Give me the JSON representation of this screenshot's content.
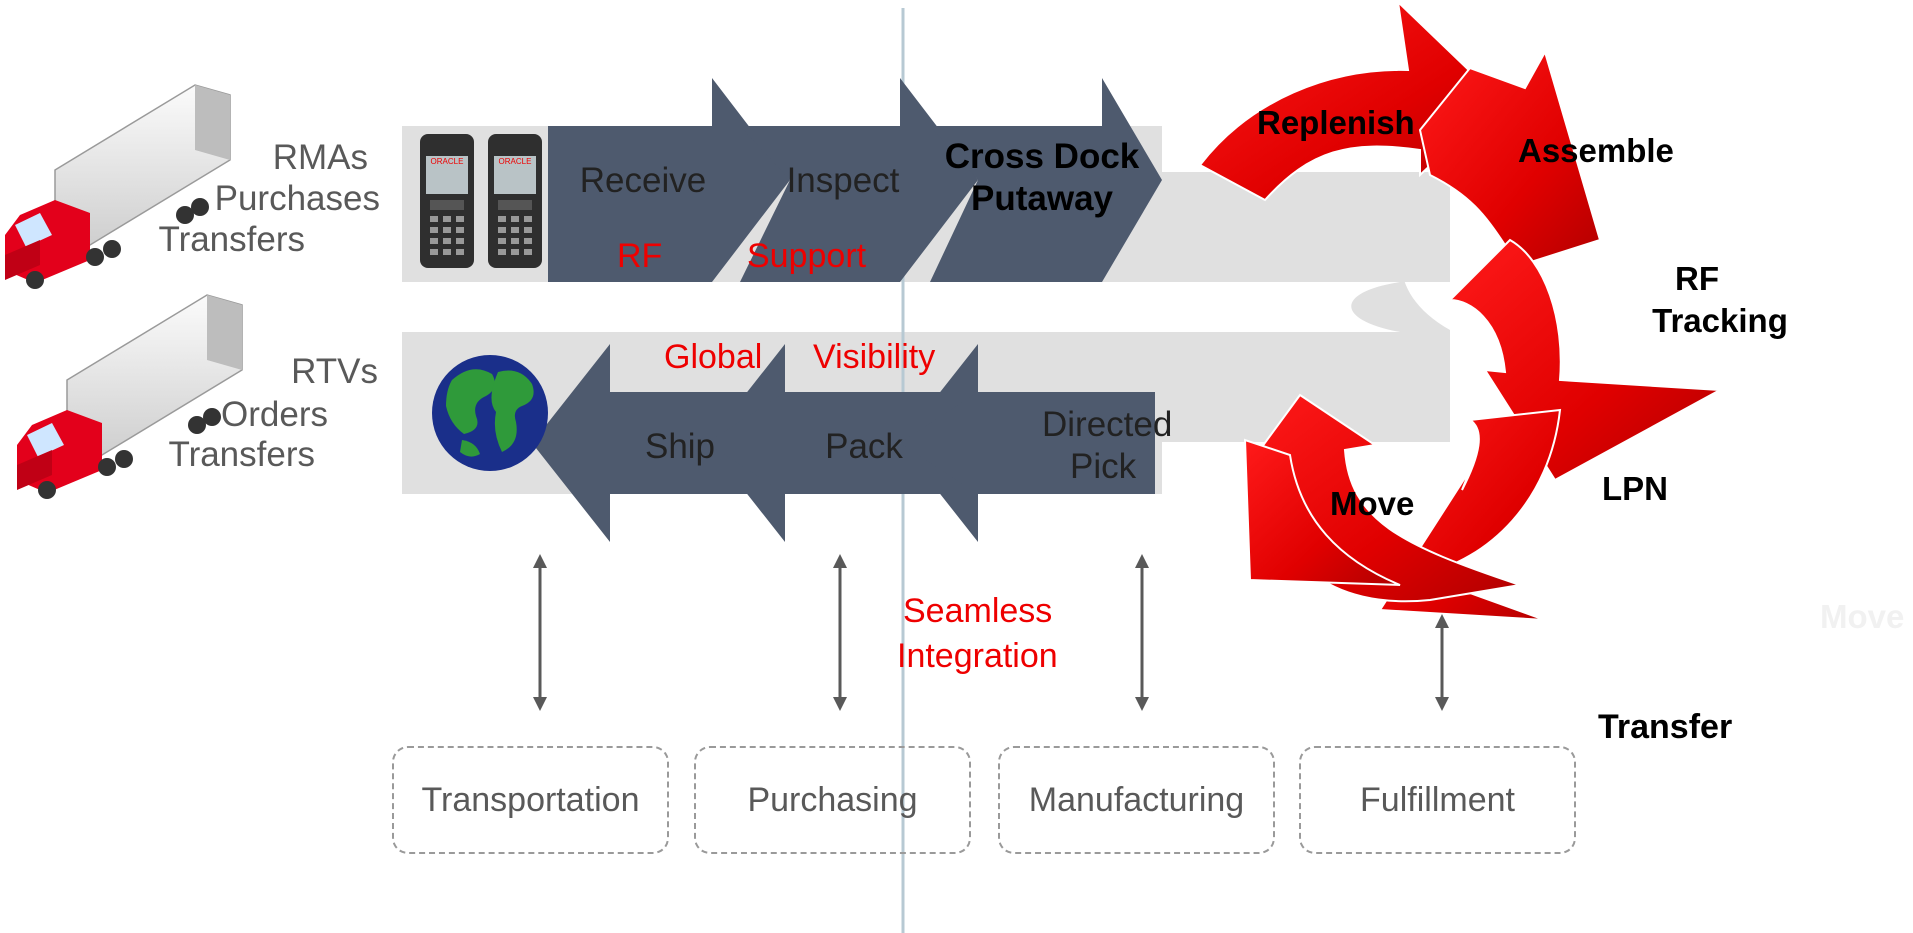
{
  "inbound": {
    "sources": [
      "RMAs",
      "Purchases",
      "Transfers"
    ],
    "steps": [
      {
        "id": "receive",
        "label": "Receive"
      },
      {
        "id": "inspect",
        "label": "Inspect"
      },
      {
        "id": "crossdock",
        "label": "Cross Dock Putaway"
      }
    ],
    "rf_label": "RF",
    "support_label": "Support"
  },
  "outbound": {
    "sources": [
      "RTVs",
      "Orders",
      "Transfers"
    ],
    "steps": [
      {
        "id": "ship",
        "label": "Ship"
      },
      {
        "id": "pack",
        "label": "Pack"
      },
      {
        "id": "directed",
        "label": "Directed Pick"
      }
    ],
    "global_label": "Global",
    "visibility_label": "Visibility"
  },
  "cycle": {
    "items": [
      "Replenish",
      "Assemble",
      "RF Tracking",
      "LPN",
      "Move"
    ],
    "faded_label": "Move",
    "transfer_label": "Transfer"
  },
  "integration": {
    "label_line1": "Seamless",
    "label_line2": "Integration",
    "systems": [
      "Transportation",
      "Purchasing",
      "Manufacturing",
      "Fulfillment"
    ]
  },
  "colors": {
    "step_fill": "#4e5a6e",
    "cycle_red": "#ee0000",
    "band_gray": "#e0e0e0",
    "accent_text": "#ee0000"
  }
}
